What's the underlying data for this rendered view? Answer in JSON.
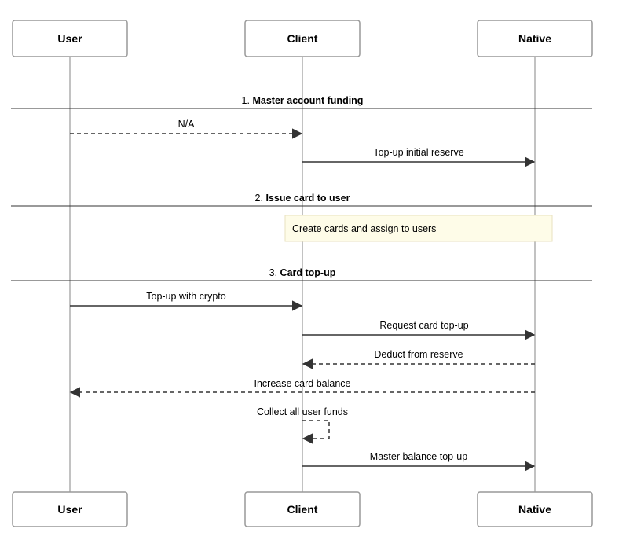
{
  "participants": {
    "user": "User",
    "client": "Client",
    "native": "Native"
  },
  "sections": [
    {
      "num": "1.",
      "title": "Master account funding"
    },
    {
      "num": "2.",
      "title": "Issue card to user"
    },
    {
      "num": "3.",
      "title": "Card top-up"
    }
  ],
  "note": "Create cards and assign to users",
  "messages": {
    "na": "N/A",
    "topup_reserve": "Top-up initial reserve",
    "topup_crypto": "Top-up with crypto",
    "request_card_topup": "Request card top-up",
    "deduct_reserve": "Deduct from reserve",
    "increase_balance": "Increase card balance",
    "collect_funds": "Collect all user funds",
    "master_topup": "Master balance top-up"
  },
  "colors": {
    "line": "#333333",
    "lifeline": "#999999",
    "box_border": "#999999",
    "note_fill": "#fefce8",
    "note_border": "#e8e2bf"
  }
}
